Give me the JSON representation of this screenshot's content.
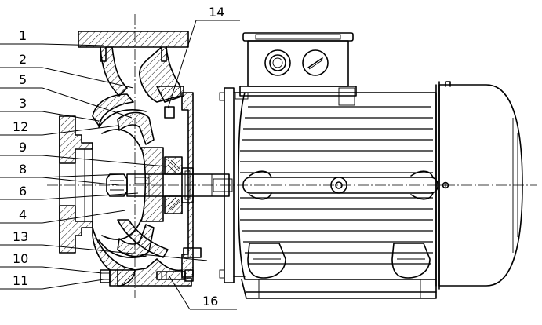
{
  "callouts": [
    {
      "id": "1",
      "text": "1"
    },
    {
      "id": "2",
      "text": "2"
    },
    {
      "id": "5",
      "text": "5"
    },
    {
      "id": "3",
      "text": "3"
    },
    {
      "id": "12",
      "text": "12"
    },
    {
      "id": "9",
      "text": "9"
    },
    {
      "id": "8",
      "text": "8"
    },
    {
      "id": "6",
      "text": "6"
    },
    {
      "id": "4",
      "text": "4"
    },
    {
      "id": "13",
      "text": "13"
    },
    {
      "id": "10",
      "text": "10"
    },
    {
      "id": "11",
      "text": "11"
    },
    {
      "id": "14",
      "text": "14"
    },
    {
      "id": "16",
      "text": "16"
    }
  ]
}
